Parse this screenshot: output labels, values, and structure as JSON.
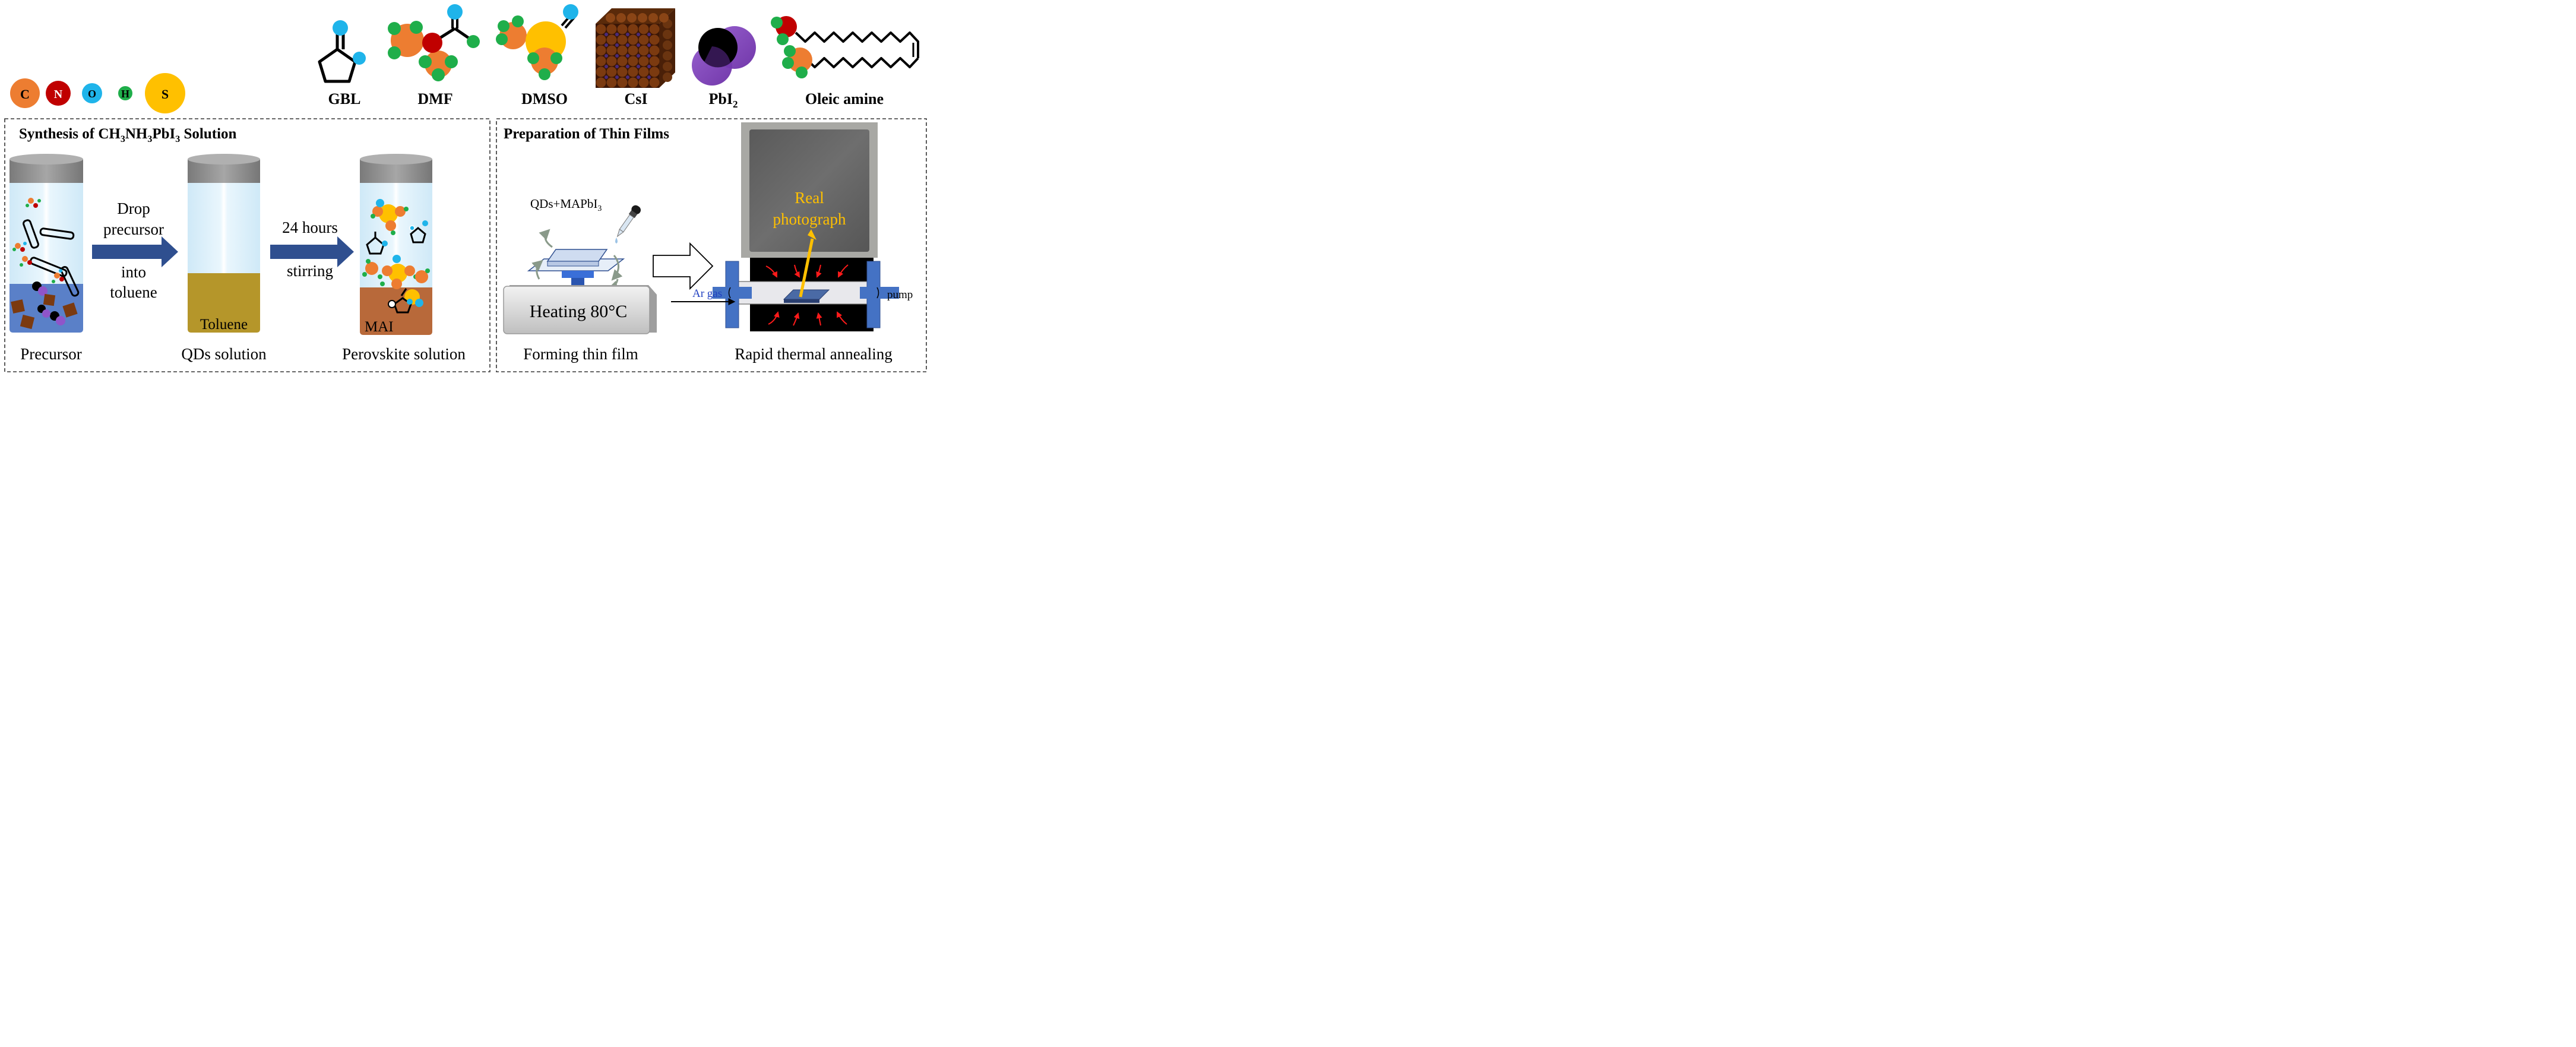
{
  "colors": {
    "carbon": "#ed7d31",
    "nitrogen": "#c00000",
    "oxygen": "#1fb4ea",
    "hydrogen": "#1fae4a",
    "sulfur": "#ffc000",
    "arrow_fill": "#2f4f8f",
    "toluene_liquid": "#b5962a",
    "mai_liquid": "#b8693a",
    "precursor_liquid": "#5a80c8",
    "cap": "#8c8c8c",
    "glass": "#d8eefa",
    "csi": "#7b3a10",
    "pbi2": "#7030a0",
    "photo_label": "#ffc000",
    "annealer_frame": "#4472c4",
    "gas_label": "#1f3fc0"
  },
  "legend": {
    "atoms": [
      {
        "symbol": "C",
        "element": "carbon"
      },
      {
        "symbol": "N",
        "element": "nitrogen"
      },
      {
        "symbol": "O",
        "element": "oxygen"
      },
      {
        "symbol": "H",
        "element": "hydrogen"
      },
      {
        "symbol": "S",
        "element": "sulfur"
      }
    ]
  },
  "molecules": {
    "gbl": "GBL",
    "dmf": "DMF",
    "dmso": "DMSO",
    "csi": "CsI",
    "pbi2_base": "PbI",
    "pbi2_sub": "2",
    "oleic_amine": "Oleic amine"
  },
  "synthesis": {
    "title_parts": [
      "Synthesis of CH",
      "3",
      "NH",
      "3",
      "PbI",
      "3",
      " Solution"
    ],
    "arrow1_lines": [
      "Drop",
      "precursor",
      "into",
      "toluene"
    ],
    "arrow2_lines": [
      "24 hours",
      "stirring"
    ],
    "vial1_caption": "Precursor",
    "vial2_caption": "QDs solution",
    "vial2_liquid_label": "Toluene",
    "vial3_caption": "Perovskite solution",
    "vial3_liquid_label": "MAI"
  },
  "thin_films": {
    "title": "Preparation of Thin Films",
    "dropper_label_base": "QDs+MAPbI",
    "dropper_label_sub": "3",
    "heater_label": "Heating 80°C",
    "caption_forming": "Forming thin film",
    "photo_label_lines": [
      "Real",
      "photograph"
    ],
    "gas_label": "Ar gas",
    "pump_label": "pump",
    "caption_annealing": "Rapid thermal annealing"
  }
}
